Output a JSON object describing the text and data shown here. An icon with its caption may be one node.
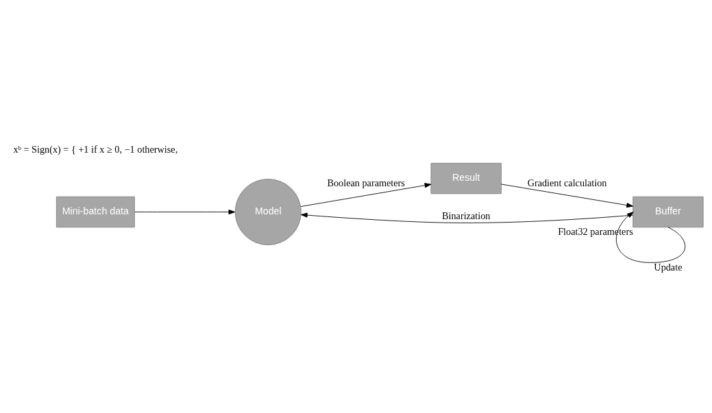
{
  "diagram": {
    "nodes": [
      {
        "text": [
          "Mini-batch data"
        ]
      },
      {
        "text": [
          "Model"
        ]
      },
      {
        "text": [
          "Result"
        ]
      },
      {
        "text": [
          "Buffer"
        ],
        "beside": [
          "Float32 parameters"
        ]
      }
    ],
    "edges": [
      {
        "from": 0,
        "to": 1,
        "arrow": "to"
      },
      {
        "from": 1,
        "to": 2,
        "arrow": "to",
        "label": "Boolean parameters"
      },
      {
        "from": 2,
        "to": 3,
        "arrow": "to",
        "label": "Gradient calculation"
      },
      {
        "from": 3,
        "to": 1,
        "arrow": "to",
        "label": "Binarization"
      },
      {
        "from": 3,
        "to": 3,
        "arrow": "to",
        "label": "Update"
      }
    ],
    "labels": [
      "xᵇ = Sign(x) = { +1 if x ≥ 0, −1 otherwise,"
    ]
  }
}
